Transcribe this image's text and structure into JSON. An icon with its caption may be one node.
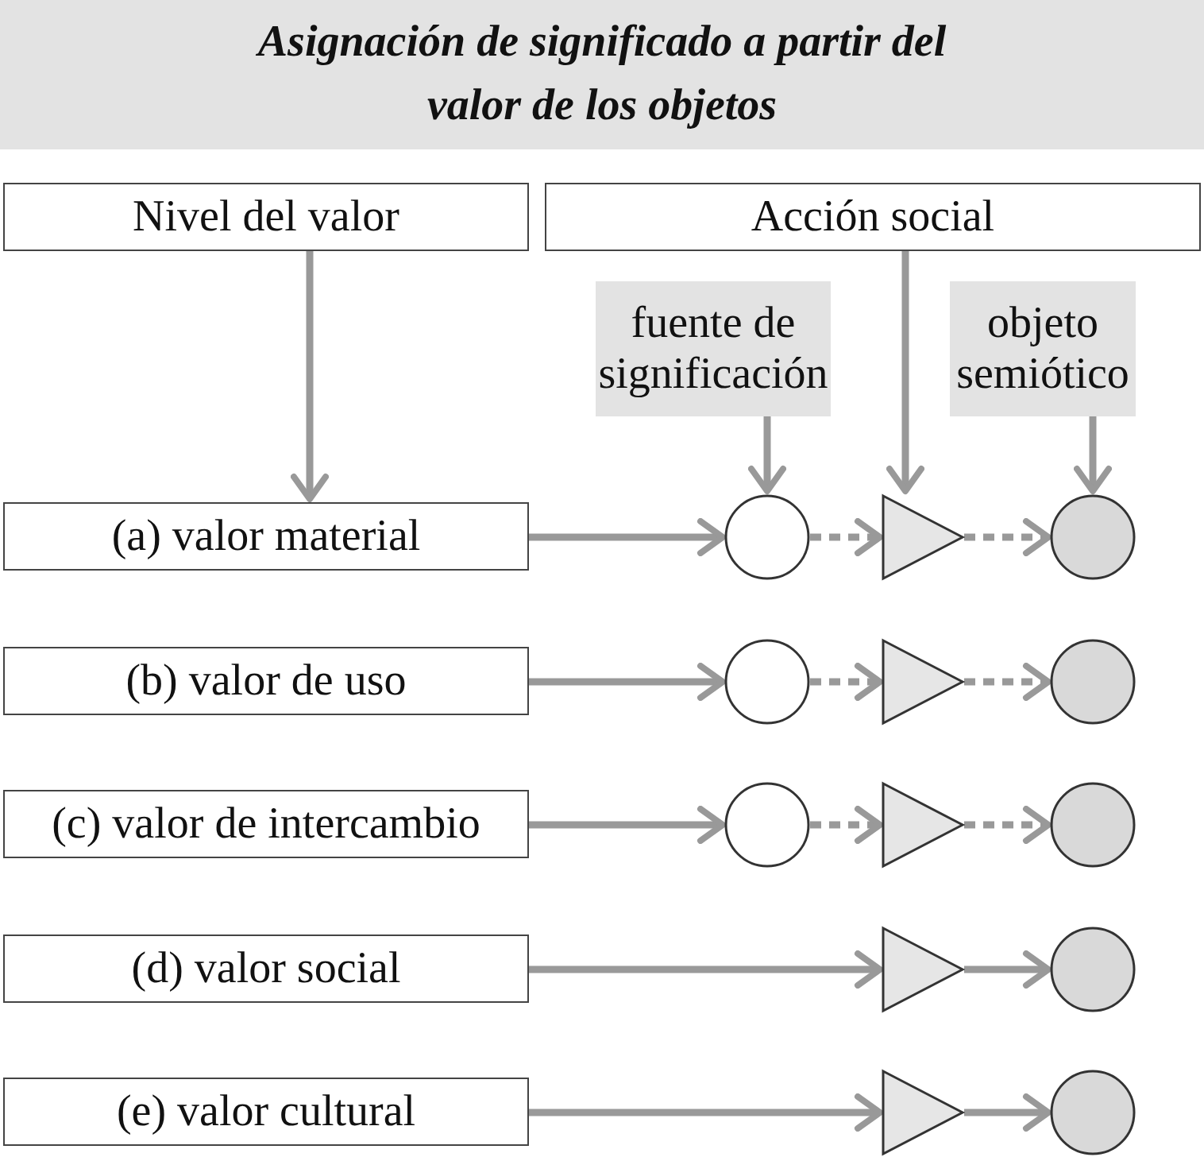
{
  "diagram": {
    "title": "Asignación de significado a partir del valor de los objetos",
    "nodes": [
      {
        "text": [
          "Nivel del valor"
        ]
      },
      {
        "text": [
          "Acción social"
        ]
      },
      {
        "text": [
          "fuente de significación"
        ]
      },
      {
        "text": [
          "objeto semiótico"
        ]
      },
      {
        "text": [
          "(a) valor material"
        ]
      },
      {
        "text": [],
        "shape": "circle"
      },
      {
        "text": [],
        "shape": "triangle"
      },
      {
        "text": [],
        "shape": "circle"
      },
      {
        "text": [
          "(b) valor de uso"
        ]
      },
      {
        "text": [],
        "shape": "circle"
      },
      {
        "text": [],
        "shape": "triangle"
      },
      {
        "text": [],
        "shape": "circle"
      },
      {
        "text": [
          "(c) valor de intercambio"
        ]
      },
      {
        "text": [],
        "shape": "circle"
      },
      {
        "text": [],
        "shape": "triangle"
      },
      {
        "text": [],
        "shape": "circle"
      },
      {
        "text": [
          "(d) valor social"
        ]
      },
      {
        "text": [],
        "shape": "triangle"
      },
      {
        "text": [],
        "shape": "circle"
      },
      {
        "text": [
          "(e) valor cultural"
        ]
      },
      {
        "text": [],
        "shape": "triangle"
      },
      {
        "text": [],
        "shape": "circle"
      }
    ],
    "edges": [
      {
        "from": 0,
        "to": 4,
        "arrow": "to"
      },
      {
        "from": 1,
        "to": 6,
        "arrow": "to"
      },
      {
        "from": 2,
        "to": 5,
        "arrow": "to"
      },
      {
        "from": 3,
        "to": 7,
        "arrow": "to"
      },
      {
        "from": 4,
        "to": 5,
        "arrow": "to"
      },
      {
        "from": 5,
        "to": 6,
        "arrow": "to",
        "style": "dashed"
      },
      {
        "from": 6,
        "to": 7,
        "arrow": "to",
        "style": "dashed"
      },
      {
        "from": 8,
        "to": 9,
        "arrow": "to"
      },
      {
        "from": 9,
        "to": 10,
        "arrow": "to",
        "style": "dashed"
      },
      {
        "from": 10,
        "to": 11,
        "arrow": "to",
        "style": "dashed"
      },
      {
        "from": 12,
        "to": 13,
        "arrow": "to"
      },
      {
        "from": 13,
        "to": 14,
        "arrow": "to",
        "style": "dashed"
      },
      {
        "from": 14,
        "to": 15,
        "arrow": "to",
        "style": "dashed"
      },
      {
        "from": 16,
        "to": 17,
        "arrow": "to"
      },
      {
        "from": 17,
        "to": 18,
        "arrow": "to"
      },
      {
        "from": 19,
        "to": 20,
        "arrow": "to"
      },
      {
        "from": 20,
        "to": 21,
        "arrow": "to"
      }
    ]
  }
}
